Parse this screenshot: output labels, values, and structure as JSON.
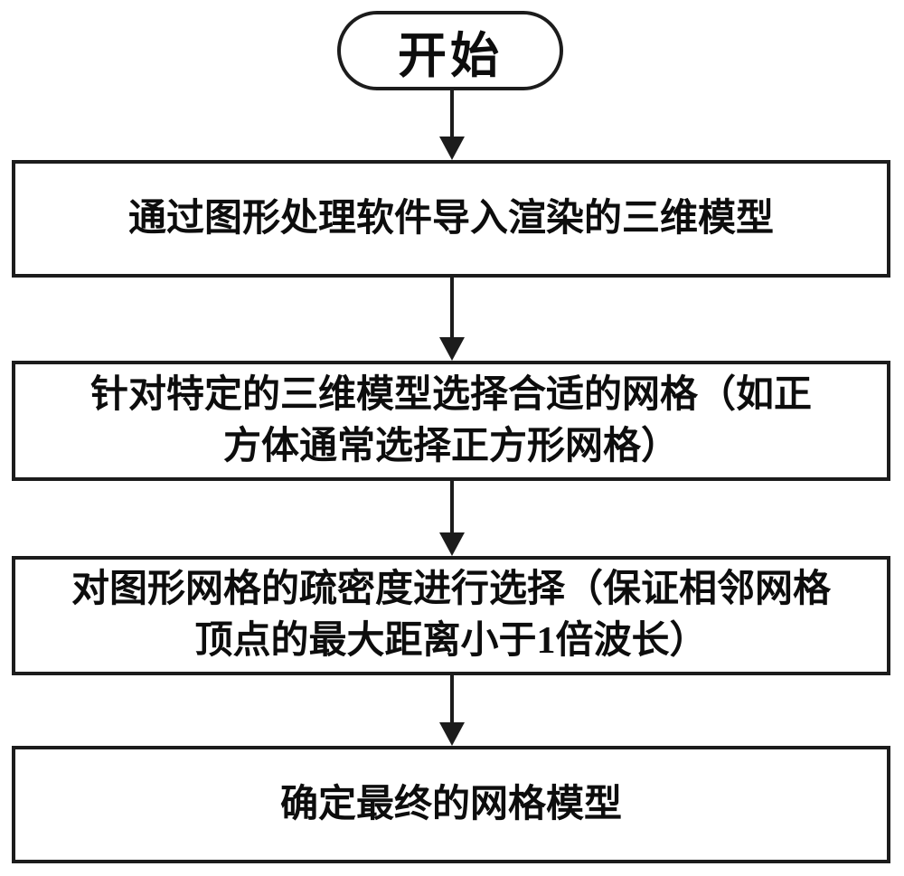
{
  "flowchart": {
    "start": {
      "label": "开始"
    },
    "steps": [
      {
        "lines": [
          "通过图形处理软件导入渲染的三维模型",
          ""
        ]
      },
      {
        "lines": [
          "针对特定的三维模型选择合适的网格（如正",
          "方体通常选择正方形网格）"
        ]
      },
      {
        "lines": [
          "对图形网格的疏密度进行选择（保证相邻网格",
          "顶点的最大距离小于1倍波长）"
        ]
      },
      {
        "lines": [
          "确定最终的网格模型",
          ""
        ]
      }
    ],
    "colors": {
      "stroke": "#1c1c1c",
      "text": "#0d0d0d",
      "background": "#ffffff"
    }
  }
}
